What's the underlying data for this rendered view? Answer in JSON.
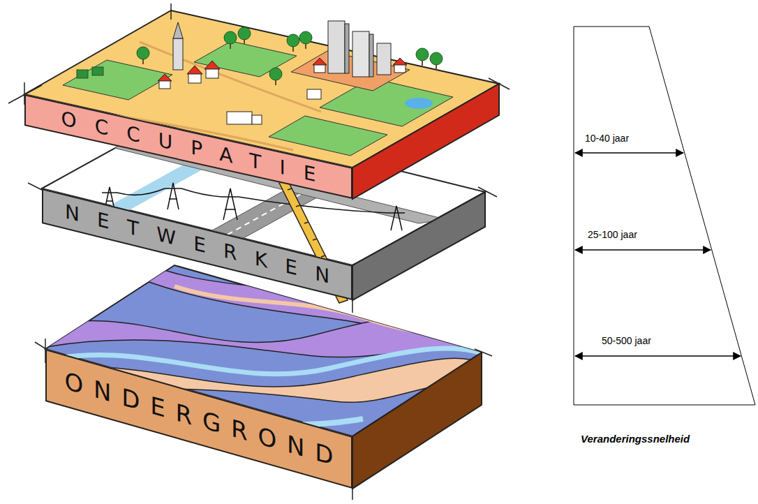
{
  "diagram": {
    "nodes": [
      {
        "text": [
          "OCCUPATIE"
        ]
      },
      {
        "text": [
          "NETWERKEN"
        ]
      },
      {
        "text": [
          "ONDERGROND"
        ]
      }
    ],
    "labels": [
      "10-40 jaar",
      "25-100 jaar",
      "50-500 jaar",
      "Veranderingssnelheid"
    ]
  }
}
